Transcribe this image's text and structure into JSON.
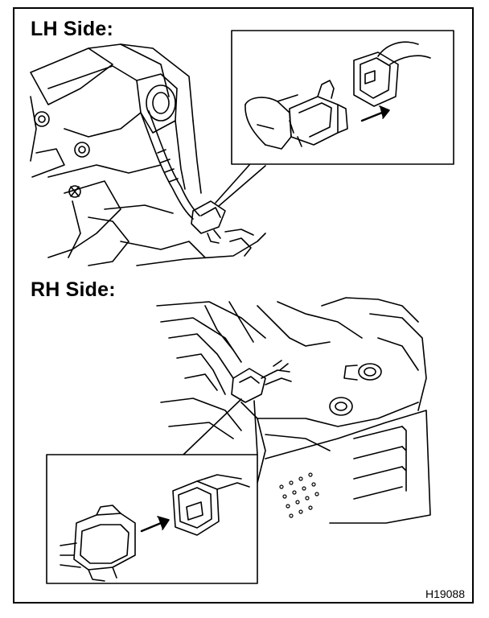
{
  "lh_section": {
    "label": "LH Side:"
  },
  "rh_section": {
    "label": "RH Side:"
  },
  "figure_id": "H19088",
  "colors": {
    "line": "#000000",
    "background": "#ffffff"
  }
}
